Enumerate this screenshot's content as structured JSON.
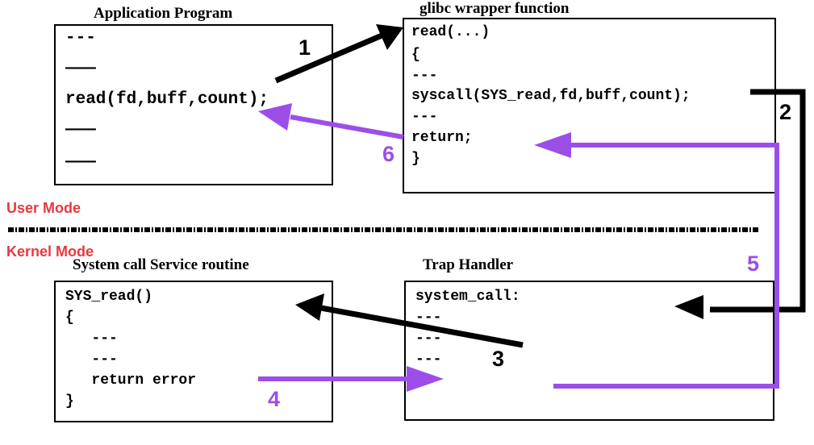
{
  "boxes": {
    "app": {
      "title": "Application Program",
      "lines": [
        "---",
        "———",
        "read(fd,buff,count);",
        "———",
        "———"
      ]
    },
    "glibc": {
      "title": "glibc wrapper function",
      "lines": [
        "read(...)",
        "{",
        "---",
        "syscall(SYS_read,fd,buff,count);",
        "---",
        "return;",
        "}"
      ]
    },
    "service": {
      "title": "System call Service routine",
      "lines": [
        "SYS_read()",
        "{",
        "   ---",
        "   ---",
        "   return error",
        "}"
      ]
    },
    "trap": {
      "title": "Trap Handler",
      "lines": [
        "system_call:",
        "---",
        "---",
        "---"
      ]
    }
  },
  "modes": {
    "user": "User Mode",
    "kernel": "Kernel Mode"
  },
  "steps": [
    "1",
    "2",
    "3",
    "4",
    "5",
    "6"
  ],
  "colors": {
    "call_arrow": "#000000",
    "return_arrow": "#9b4fe8",
    "mode_label": "#e8383d"
  }
}
